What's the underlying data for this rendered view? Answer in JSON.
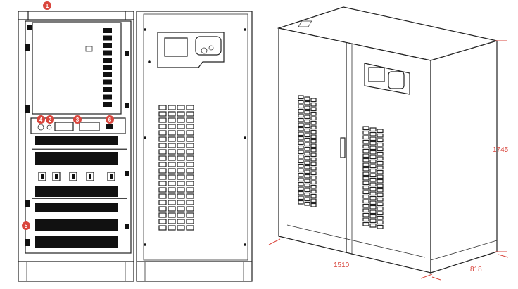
{
  "markers": [
    "1",
    "2",
    "3",
    "4",
    "5",
    "6"
  ],
  "dimensions": {
    "height": "1745",
    "width": "1510",
    "depth": "818"
  },
  "colors": {
    "marker": "#d9463d",
    "dimension": "#d9463d",
    "outline": "#222222"
  }
}
